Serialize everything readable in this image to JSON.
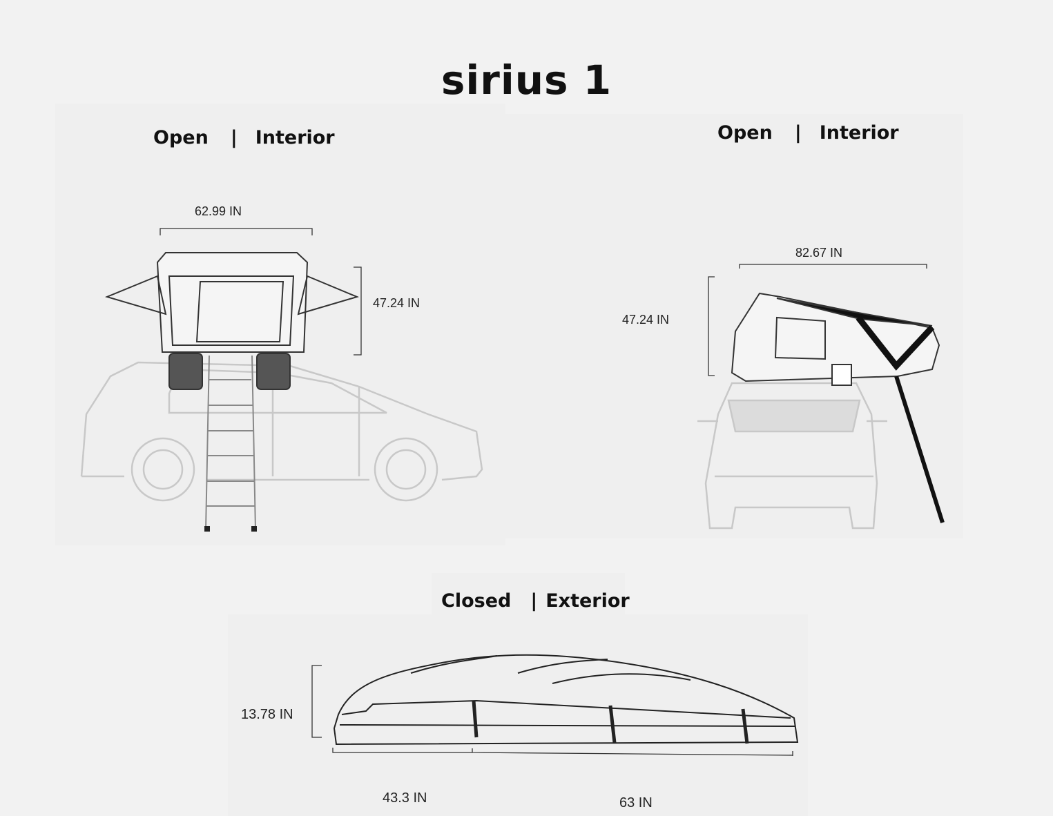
{
  "title": "sirius 1",
  "views": [
    {
      "state": "Open",
      "side": "Interior",
      "separator": "|",
      "width_label": "62.99 IN",
      "height_label": "47.24 IN"
    },
    {
      "state": "Open",
      "side": "Interior",
      "separator": "|",
      "width_label": "82.67 IN",
      "height_label": "47.24 IN"
    },
    {
      "state": "Closed",
      "side": "Exterior",
      "separator": "|",
      "height_label": "13.78 IN",
      "width_label_a": "43.3 IN",
      "width_label_b": "63 IN"
    }
  ]
}
